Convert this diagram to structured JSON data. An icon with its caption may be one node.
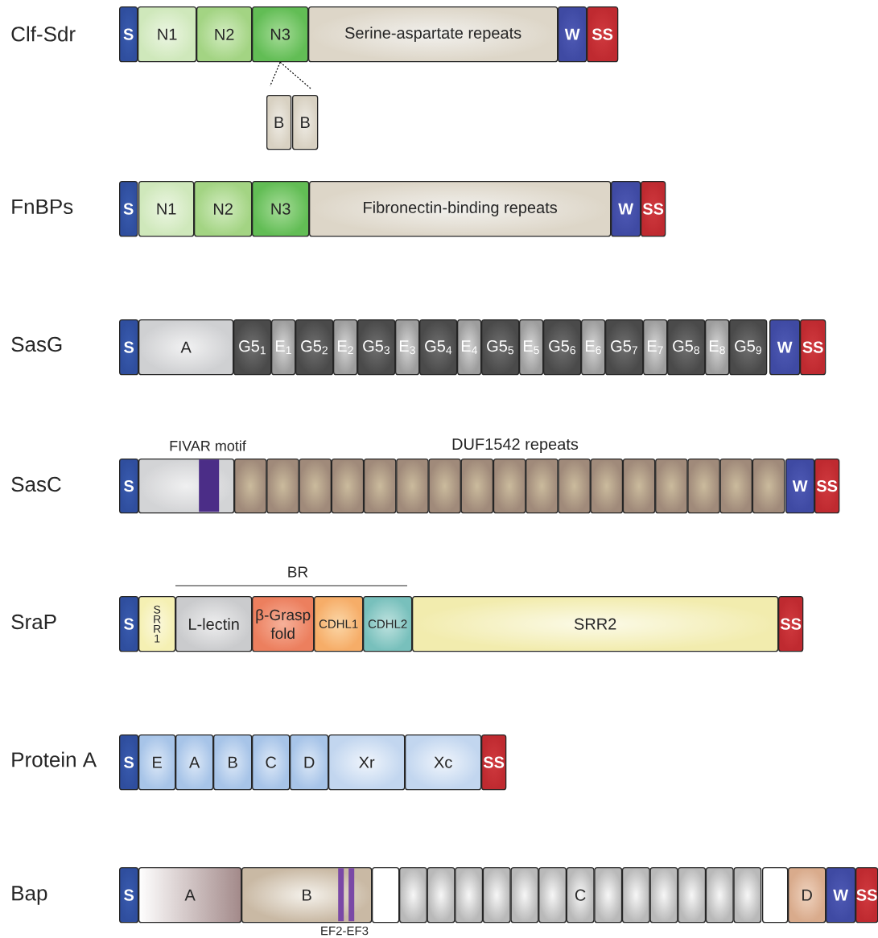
{
  "diagram": {
    "nodes": [
      {
        "text": [
          "S"
        ]
      },
      {
        "text": [
          "N1"
        ]
      },
      {
        "text": [
          "N2"
        ]
      },
      {
        "text": [
          "N3"
        ]
      },
      {
        "text": [
          "Serine-aspartate repeats"
        ]
      },
      {
        "text": [
          "W"
        ]
      },
      {
        "text": [
          "SS"
        ]
      },
      {
        "text": [
          "B"
        ]
      },
      {
        "text": [
          "B"
        ]
      },
      {
        "text": [
          "S"
        ]
      },
      {
        "text": [
          "N1"
        ]
      },
      {
        "text": [
          "N2"
        ]
      },
      {
        "text": [
          "N3"
        ]
      },
      {
        "text": [
          "Fibronectin-binding repeats"
        ]
      },
      {
        "text": [
          "W"
        ]
      },
      {
        "text": [
          "SS"
        ]
      },
      {
        "text": [
          "S"
        ]
      },
      {
        "text": [
          "A"
        ]
      },
      {
        "text": [
          "G5$_{1}$"
        ]
      },
      {
        "text": [
          "E$_{1}$"
        ]
      },
      {
        "text": [
          "G5$_{2}$"
        ]
      },
      {
        "text": [
          "E$_{2}$"
        ]
      },
      {
        "text": [
          "G5$_{3}$"
        ]
      },
      {
        "text": [
          "E$_{3}$"
        ]
      },
      {
        "text": [
          "G5$_{4}$"
        ]
      },
      {
        "text": [
          "E$_{4}$"
        ]
      },
      {
        "text": [
          "G5$_{5}$"
        ]
      },
      {
        "text": [
          "E$_{5}$"
        ]
      },
      {
        "text": [
          "G5$_{6}$"
        ]
      },
      {
        "text": [
          "E$_{6}$"
        ]
      },
      {
        "text": [
          "G5$_{7}$"
        ]
      },
      {
        "text": [
          "E$_{7}$"
        ]
      },
      {
        "text": [
          "G5$_{8}$"
        ]
      },
      {
        "text": [
          "E$_{8}$"
        ]
      },
      {
        "text": [
          "G5$_{9}$"
        ]
      },
      {
        "text": [
          "W"
        ]
      },
      {
        "text": [
          "SS"
        ]
      },
      {
        "text": [
          "S"
        ]
      },
      {
        "text": [],
        "shape": "box"
      },
      {
        "text": [],
        "shape": "bar",
        "in": 38
      },
      {
        "text": [],
        "shape": "box"
      },
      {
        "text": [],
        "shape": "box"
      },
      {
        "text": [],
        "shape": "box"
      },
      {
        "text": [],
        "shape": "box"
      },
      {
        "text": [],
        "shape": "box"
      },
      {
        "text": [],
        "shape": "box"
      },
      {
        "text": [],
        "shape": "box"
      },
      {
        "text": [],
        "shape": "box"
      },
      {
        "text": [],
        "shape": "box"
      },
      {
        "text": [],
        "shape": "box"
      },
      {
        "text": [],
        "shape": "box"
      },
      {
        "text": [],
        "shape": "box"
      },
      {
        "text": [],
        "shape": "box"
      },
      {
        "text": [],
        "shape": "box"
      },
      {
        "text": [],
        "shape": "box"
      },
      {
        "text": [],
        "shape": "box"
      },
      {
        "text": [],
        "shape": "box"
      },
      {
        "text": [
          "W"
        ]
      },
      {
        "text": [
          "SS"
        ]
      },
      {
        "text": [
          "S"
        ]
      },
      {
        "text": [
          "S R R 1"
        ]
      },
      {
        "text": [
          "L-lectin"
        ]
      },
      {
        "text": [
          "β-Grasp fold"
        ]
      },
      {
        "text": [
          "CDHL1"
        ]
      },
      {
        "text": [
          "CDHL2"
        ]
      },
      {
        "text": [
          "SRR2"
        ]
      },
      {
        "text": [
          "SS"
        ]
      },
      {
        "text": [
          "S"
        ]
      },
      {
        "text": [
          "E"
        ]
      },
      {
        "text": [
          "A"
        ]
      },
      {
        "text": [
          "B"
        ]
      },
      {
        "text": [
          "C"
        ]
      },
      {
        "text": [
          "D"
        ]
      },
      {
        "text": [
          "Xr"
        ]
      },
      {
        "text": [
          "Xc"
        ]
      },
      {
        "text": [
          "SS"
        ]
      },
      {
        "text": [
          "S"
        ]
      },
      {
        "text": [
          "A"
        ]
      },
      {
        "text": [
          "B"
        ]
      },
      {
        "text": [],
        "shape": "bar",
        "in": 78
      },
      {
        "text": [],
        "shape": "bar",
        "in": 78
      },
      {
        "text": [],
        "shape": "box"
      },
      {
        "text": [],
        "shape": "box"
      },
      {
        "text": [],
        "shape": "box"
      },
      {
        "text": [],
        "shape": "box"
      },
      {
        "text": [],
        "shape": "box"
      },
      {
        "text": [],
        "shape": "box"
      },
      {
        "text": [],
        "shape": "box"
      },
      {
        "text": [
          "C"
        ]
      },
      {
        "text": [],
        "shape": "box"
      },
      {
        "text": [],
        "shape": "box"
      },
      {
        "text": [],
        "shape": "box"
      },
      {
        "text": [],
        "shape": "box"
      },
      {
        "text": [],
        "shape": "box"
      },
      {
        "text": [],
        "shape": "box"
      },
      {
        "text": [],
        "shape": "box"
      },
      {
        "text": [
          "D"
        ]
      },
      {
        "text": [
          "W"
        ]
      },
      {
        "text": [
          "SS"
        ]
      }
    ],
    "edges": [
      {
        "from": 3,
        "to": 7,
        "arrow": "none",
        "style": "dashed"
      },
      {
        "from": 3,
        "to": 8,
        "arrow": "none",
        "style": "dashed"
      }
    ],
    "labels": [
      "Clf-Sdr",
      "FnBPs",
      "SasG",
      "FIVAR motif",
      "DUF1542 repeats",
      "SasC",
      "BR",
      "SraP",
      "Protein A",
      "Bap",
      "EF2-EF3"
    ]
  }
}
